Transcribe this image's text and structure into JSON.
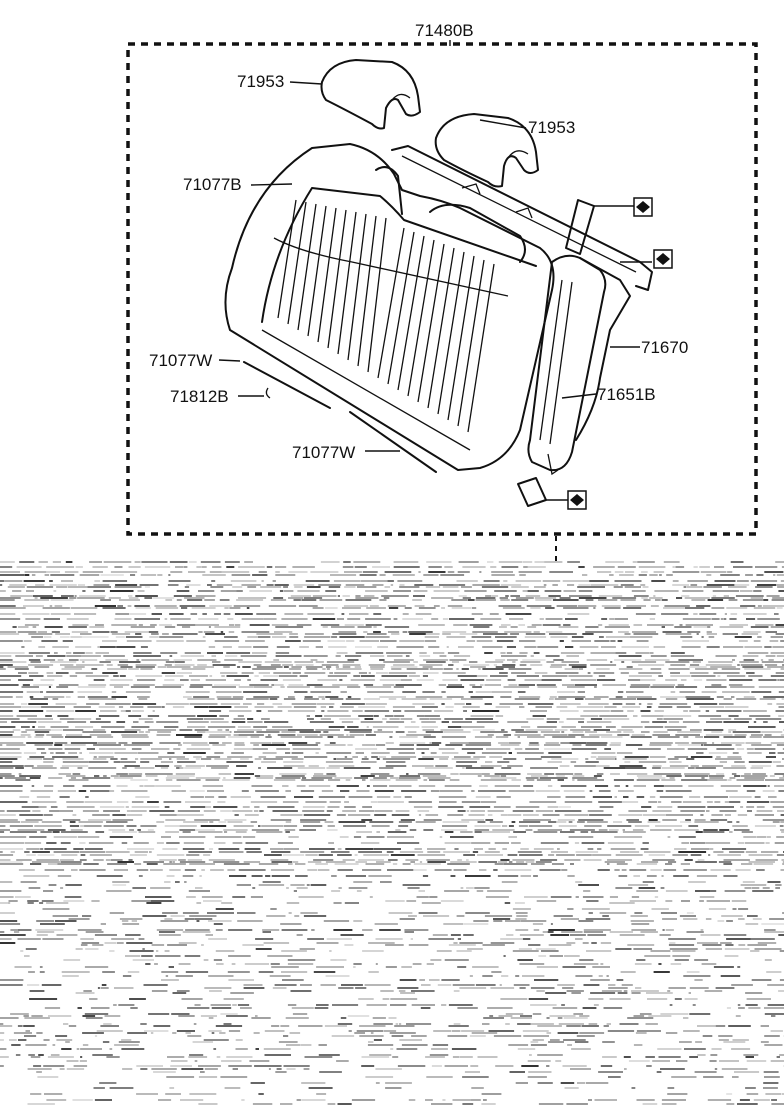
{
  "labels": {
    "assembly": "71480B",
    "headrest_left": "71953",
    "headrest_right": "71953",
    "cover": "71077B",
    "wire_upper": "71077W",
    "hog_ring": "71812B",
    "wire_lower": "71077W",
    "pad": "71670",
    "frame_part": "71651B"
  },
  "marker_icon": "diamond-in-square-icon"
}
